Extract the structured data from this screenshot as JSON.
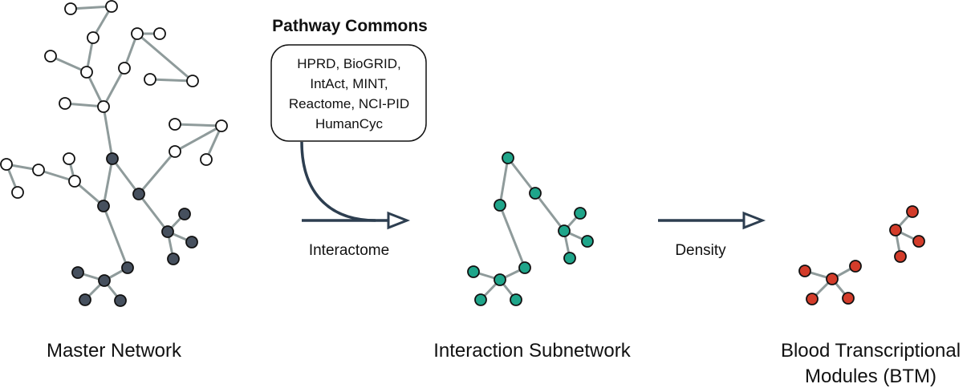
{
  "source_title": "Pathway Commons",
  "databases": [
    "HPRD, BioGRID,",
    "IntAct, MINT,",
    "Reactome, NCI-PID",
    "HumanCyc"
  ],
  "step_labels": {
    "interactome": "Interactome",
    "density": "Density"
  },
  "network_labels": {
    "master": "Master Network",
    "subnetwork": "Interaction Subnetwork",
    "btm_line1": "Blood Transcriptional",
    "btm_line2": "Modules (BTM)"
  },
  "colors": {
    "unselected_node": "#ffffff",
    "interactome_node": "#46505e",
    "subnetwork_node": "#1fa58a",
    "btm_node": "#d33c2a",
    "edge": "#8f9b9b",
    "arrow": "#2d3e50"
  }
}
